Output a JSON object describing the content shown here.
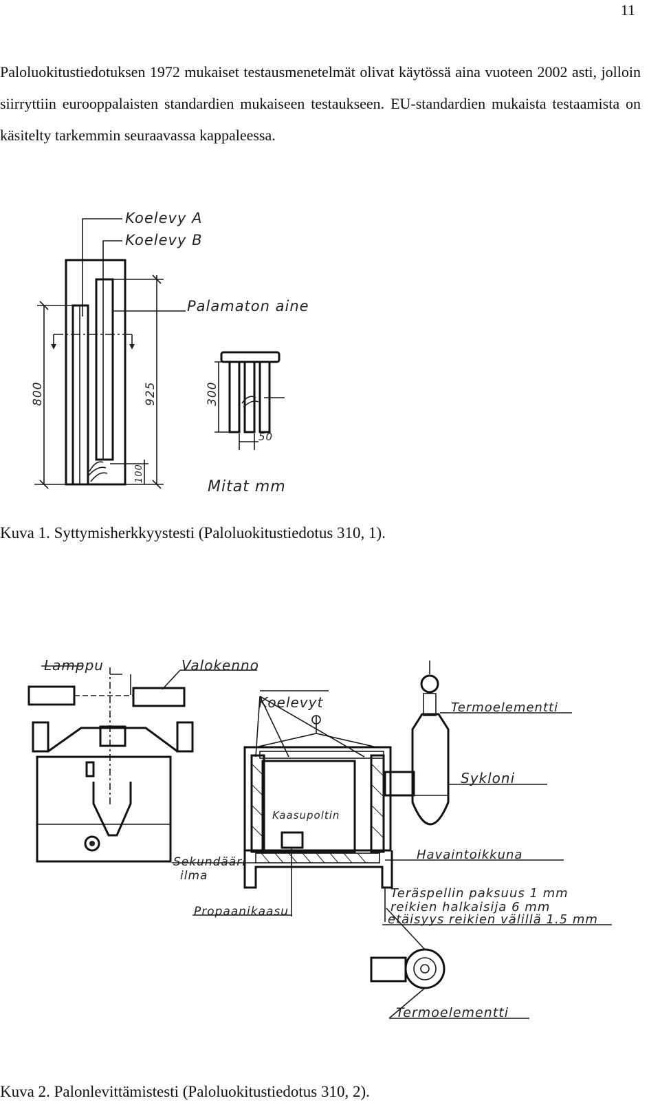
{
  "page_number": "11",
  "paragraph": "Paloluokitustiedotuksen 1972 mukaiset testausmenetelmät olivat käytössä aina vuoteen 2002 asti, jolloin siirryttiin eurooppalaisten standardien mukaiseen testaukseen. EU-standardien mukaista testaamista on käsitelty tarkemmin seuraavassa kappaleessa.",
  "figure1": {
    "labels": {
      "koelevy_a": "Koelevy A",
      "koelevy_b": "Koelevy B",
      "palamaton": "Palamaton aine",
      "dim_800": "800",
      "dim_925": "925",
      "dim_100": "100",
      "dim_300": "300",
      "dim_50": "50",
      "units": "Mitat mm"
    },
    "caption": "Kuva 1. Syttymisherkkyystesti (Paloluokitustiedotus 310, 1)."
  },
  "figure2": {
    "labels": {
      "lamppu": "Lamppu",
      "valokenno": "Valokenno",
      "koelevyt": "Koelevyt",
      "termoelementti_top": "Termoelementti",
      "sykloni": "Sykloni",
      "kaasupoltin": "Kaasupoltin",
      "sekundaari": "Sekundääri",
      "ilma": "ilma",
      "havaintoikkuna": "Havaintoikkuna",
      "propaanikaasu": "Propaanikaasu",
      "teraspelti_1": "Teräspellin paksuus 1 mm",
      "teraspelti_2": "reikien halkaisija 6 mm",
      "teraspelti_3": "etäisyys reikien välillä 1.5 mm",
      "termoelementti_bottom": "Termoelementti"
    },
    "caption": "Kuva 2. Palonlevittämistesti (Paloluokitustiedotus 310, 2)."
  }
}
